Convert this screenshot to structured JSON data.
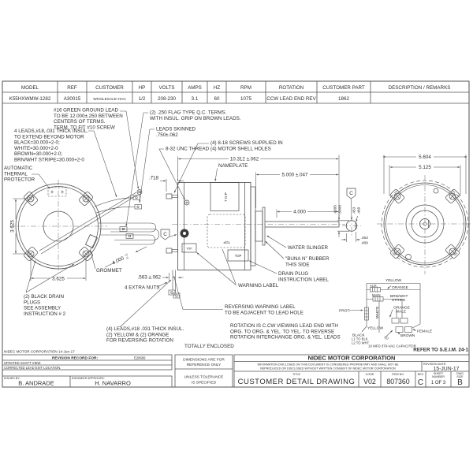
{
  "spec_table": {
    "headers": [
      "MODEL",
      "REF",
      "CUSTOMER",
      "HP",
      "VOLTS",
      "AMPS",
      "HZ",
      "RPM",
      "ROTATION",
      "CUSTOMER PART",
      "DESCRIPTION / REMARKS"
    ],
    "row": [
      "K55HXWMW-1282",
      "A30015",
      "WHOLESALE-HAC",
      "1/2",
      "208-230",
      "3.1",
      "60",
      "1075",
      "CCW LEAD END REV",
      "1862",
      ""
    ]
  },
  "notes": {
    "ground": [
      "#16 GREEN GROUND LEAD",
      "TO BE 12.000±.250 BETWEEN",
      "CENTERS OF TERMS.",
      "TERM. TO FIT #10 SCREW"
    ],
    "four_leads": [
      "4 LEADS,#18,.031 THICK INSUL.",
      "TO EXTEND BEYOND MOTOR",
      "BLACK=30.000+2-0;",
      "WHITE=30.000+2-0",
      "BROWN=30.000+2-0;",
      "BRN/WHT STRIPE=30.000+2-0"
    ],
    "thermal": [
      "AUTOMATIC",
      "THERMAL",
      "PROTECTOR"
    ],
    "flag_terms": [
      "(2) .250 FLAG TYPE Q.C. TERMS.",
      "WITH INSUL. GRIP ON BROWN LEADS."
    ],
    "skinned": [
      "LEADS SKINNED",
      ".750±.062"
    ],
    "thread": "8-32 UNC THREAD",
    "screws": [
      "(4) 8-18 SCREWS SUPPLIED IN",
      "(4) MOTOR SHELL HOLES"
    ],
    "nameplate": "NAMEPLATE",
    "water_slinger": "WATER SLINGER",
    "buna": [
      "\"BUNA N\" RUBBER",
      "THIS SIDE"
    ],
    "drain_label": [
      "DRAIN PLUG",
      "INSTRUCTION LABEL"
    ],
    "warning": "WARNING LABEL",
    "reversing": [
      "REVERSING WARNING LABEL",
      "TO BE ADJACENT TO LEAD HOLE"
    ],
    "rotation": [
      "ROTATION IS C.CW VIEWING LEAD END WITH",
      "ORG. TO ORG. & YEL. TO YEL. TO REVERSE",
      "ROTATION INTERCHANGE ORG. & YEL. LEADS"
    ],
    "enclosed": "TOTALLY ENCLOSED",
    "drain_plugs": [
      "(2) BLACK DRAIN",
      "PLUGS",
      "SEE ASSEMBLY",
      " INSTRUCTION # 2"
    ],
    "rev_leads": [
      "(4) LEADS,#18 .031 THICK INSUL.",
      "(2) YELLOW & (2) ORANGE",
      "FOR REVERSING ROTATION"
    ],
    "grommet": "GROMMET",
    "extra_nuts": "4 EXTRA NUTS",
    "top_label": "TOP"
  },
  "dims": {
    "overall": "10.312 ±.062",
    "shaft_ext": "5.000 ±.047",
    "shaft_len": "4.000",
    "dia_outer": "5.604",
    "bolt_circle": "5.125",
    "lug_v": "3.625",
    "lug_h": "3.625",
    "stud": ".718",
    "lead_exit": ".563 ±.062",
    "lead_len": "4.000",
    "lead_tol_p": "+2",
    "lead_tol_m": "-0",
    "shaft_dia_a": ".4995",
    "shaft_dia_b": ".5000",
    "flat_a": ".453",
    "flat_b": ".469",
    "datum": "C"
  },
  "wiring": {
    "yellow_top": "YELLOW",
    "aux": "AUX.",
    "orange_top": "ORANGE",
    "main": "MAIN",
    "brnwht1": "BRN/WHT",
    "brnwht2": "STRIPE",
    "white": "WHITE",
    "orange_male1": "ORANGE",
    "orange_male2": "MALE",
    "prot": "PROT.",
    "yellow_bot": "YELLOW",
    "black": "BLACK",
    "l1": "L1 TO BLK",
    "l2": "L2 TO WHT",
    "to": "TO",
    "brown": "BROWN",
    "female": "FEMALE",
    "capacitor": "10 MFD 370-VAC CAPACITOR",
    "refer": "REFER TO S.E.I.M. 24-1"
  },
  "footer": {
    "corp_line": "NIDEC MOTOR CORPORATION 14-Jun-17",
    "revision_header": "REVISION RECORD FOR:",
    "revision_code": "E28669",
    "rev_rows": [
      "UPDATED SHAFT VIEW.",
      "CORRECTED LEAD EXIT LOCATION."
    ],
    "issued_label": "ISSUED BY:",
    "issued": "B. ANDRADE",
    "approved_label": "ENGINEER APPROVED:",
    "approved": "H. NAVARRO",
    "dims_note1": "DIMENSIONS ARE FOR",
    "dims_note2": "REFERENCE ONLY",
    "tol_note1": "UNLESS TOLERANCE",
    "tol_note2": "IS SPECIFIED"
  },
  "title_block": {
    "company": "NIDEC MOTOR CORPORATION",
    "prop1": "INFORMATION DISCLOSED ON THIS DOCUMENT IS CONSIDERED PROPRIETARY AND SHALL NOT BE",
    "prop2": "REPRODUCED OR DISCLOSED WITHOUT WRITTEN CONSENT OF NIDEC MOTOR CORPORATION",
    "rev_date_label": "REVISION DATE:",
    "rev_date": "15-JUN-17",
    "title_label": "TITLE",
    "title": "CUSTOMER  DETAIL  DRAWING",
    "code_label": "CODE",
    "code": "V02",
    "item_label": "ITEM NO.",
    "item": "807360",
    "rev_label": "REV",
    "rev": "C",
    "sheet_label1": "SHEET",
    "sheet_label2": "NUMBER",
    "sheet": "1  OF  3",
    "size_label1": "DWG",
    "size_label2": "SIZE",
    "size": "B"
  }
}
